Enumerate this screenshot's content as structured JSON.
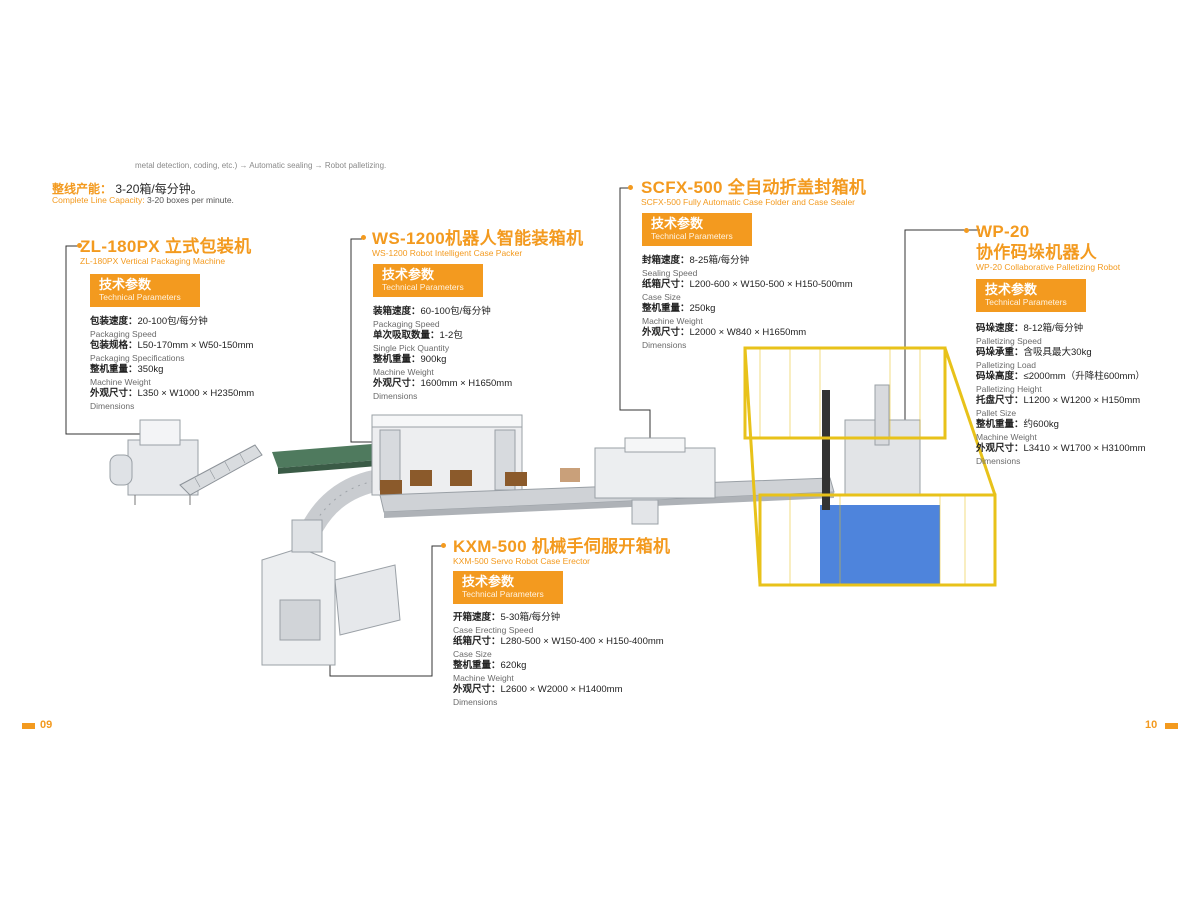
{
  "top_note": "metal detection, coding, etc.) → Automatic sealing → Robot palletizing.",
  "line_capacity": {
    "label_cn": "整线产能：",
    "value_cn": "3-20箱/每分钟。",
    "label_en": "Complete Line Capacity:",
    "value_en": "3-20 boxes per minute."
  },
  "machines": [
    {
      "id": "zl",
      "title": "ZL-180PX 立式包装机",
      "subtitle": "ZL-180PX Vertical Packaging Machine",
      "badge_cn": "技术参数",
      "badge_en": "Technical Parameters",
      "specs": [
        {
          "cn_label": "包装速度：",
          "cn_value": "20-100包/每分钟",
          "en": "Packaging Speed"
        },
        {
          "cn_label": "包装规格：",
          "cn_value": "L50-170mm × W50-150mm",
          "en": "Packaging Specifications"
        },
        {
          "cn_label": "整机重量：",
          "cn_value": "350kg",
          "en": "Machine Weight"
        },
        {
          "cn_label": "外观尺寸：",
          "cn_value": "L350 × W1000 × H2350mm",
          "en": "Dimensions"
        }
      ]
    },
    {
      "id": "ws",
      "title": "WS-1200机器人智能装箱机",
      "subtitle": "WS-1200 Robot Intelligent Case Packer",
      "badge_cn": "技术参数",
      "badge_en": "Technical Parameters",
      "specs": [
        {
          "cn_label": "装箱速度：",
          "cn_value": "60-100包/每分钟",
          "en": "Packaging Speed"
        },
        {
          "cn_label": "单次吸取数量：",
          "cn_value": "1-2包",
          "en": "Single Pick Quantity"
        },
        {
          "cn_label": "整机重量：",
          "cn_value": "900kg",
          "en": "Machine Weight"
        },
        {
          "cn_label": "外观尺寸：",
          "cn_value": "1600mm × H1650mm",
          "en": "Dimensions"
        }
      ]
    },
    {
      "id": "scfx",
      "title": "SCFX-500 全自动折盖封箱机",
      "subtitle": "SCFX-500 Fully Automatic Case Folder and Case Sealer",
      "badge_cn": "技术参数",
      "badge_en": "Technical Parameters",
      "specs": [
        {
          "cn_label": "封箱速度：",
          "cn_value": "8-25箱/每分钟",
          "en": "Sealing Speed"
        },
        {
          "cn_label": "纸箱尺寸：",
          "cn_value": "L200-600 × W150-500 × H150-500mm",
          "en": "Case Size"
        },
        {
          "cn_label": "整机重量：",
          "cn_value": "250kg",
          "en": "Machine Weight"
        },
        {
          "cn_label": "外观尺寸：",
          "cn_value": "L2000 × W840 × H1650mm",
          "en": "Dimensions"
        }
      ]
    },
    {
      "id": "wp",
      "title": "WP-20",
      "title2": "协作码垛机器人",
      "subtitle": "WP-20 Collaborative Palletizing Robot",
      "badge_cn": "技术参数",
      "badge_en": "Technical Parameters",
      "specs": [
        {
          "cn_label": "码垛速度：",
          "cn_value": "8-12箱/每分钟",
          "en": "Palletizing Speed"
        },
        {
          "cn_label": "码垛承重：",
          "cn_value": "含吸具最大30kg",
          "en": "Palletizing Load"
        },
        {
          "cn_label": "码垛高度：",
          "cn_value": "≤2000mm（升降柱600mm）",
          "en": "Palletizing Height"
        },
        {
          "cn_label": "托盘尺寸：",
          "cn_value": "L1200 × W1200 × H150mm",
          "en": "Pallet Size"
        },
        {
          "cn_label": "整机重量：",
          "cn_value": "约600kg",
          "en": "Machine Weight"
        },
        {
          "cn_label": "外观尺寸：",
          "cn_value": "L3410 × W1700 × H3100mm",
          "en": "Dimensions"
        }
      ]
    },
    {
      "id": "kxm",
      "title": "KXM-500 机械手伺服开箱机",
      "subtitle": "KXM-500 Servo Robot Case Erector",
      "badge_cn": "技术参数",
      "badge_en": "Technical Parameters",
      "specs": [
        {
          "cn_label": "开箱速度：",
          "cn_value": "5-30箱/每分钟",
          "en": "Case Erecting Speed"
        },
        {
          "cn_label": "纸箱尺寸：",
          "cn_value": "L280-500 × W150-400 × H150-400mm",
          "en": "Case Size"
        },
        {
          "cn_label": "整机重量：",
          "cn_value": "620kg",
          "en": "Machine Weight"
        },
        {
          "cn_label": "外观尺寸：",
          "cn_value": "L2600 × W2000 × H1400mm",
          "en": "Dimensions"
        }
      ]
    }
  ],
  "pages": {
    "left": "09",
    "right": "10"
  },
  "colors": {
    "accent": "#f39a1f",
    "fence": "#e8c21a",
    "conveyor_green": "#4f7a5e",
    "pallet_blue": "#2f6fd6"
  }
}
